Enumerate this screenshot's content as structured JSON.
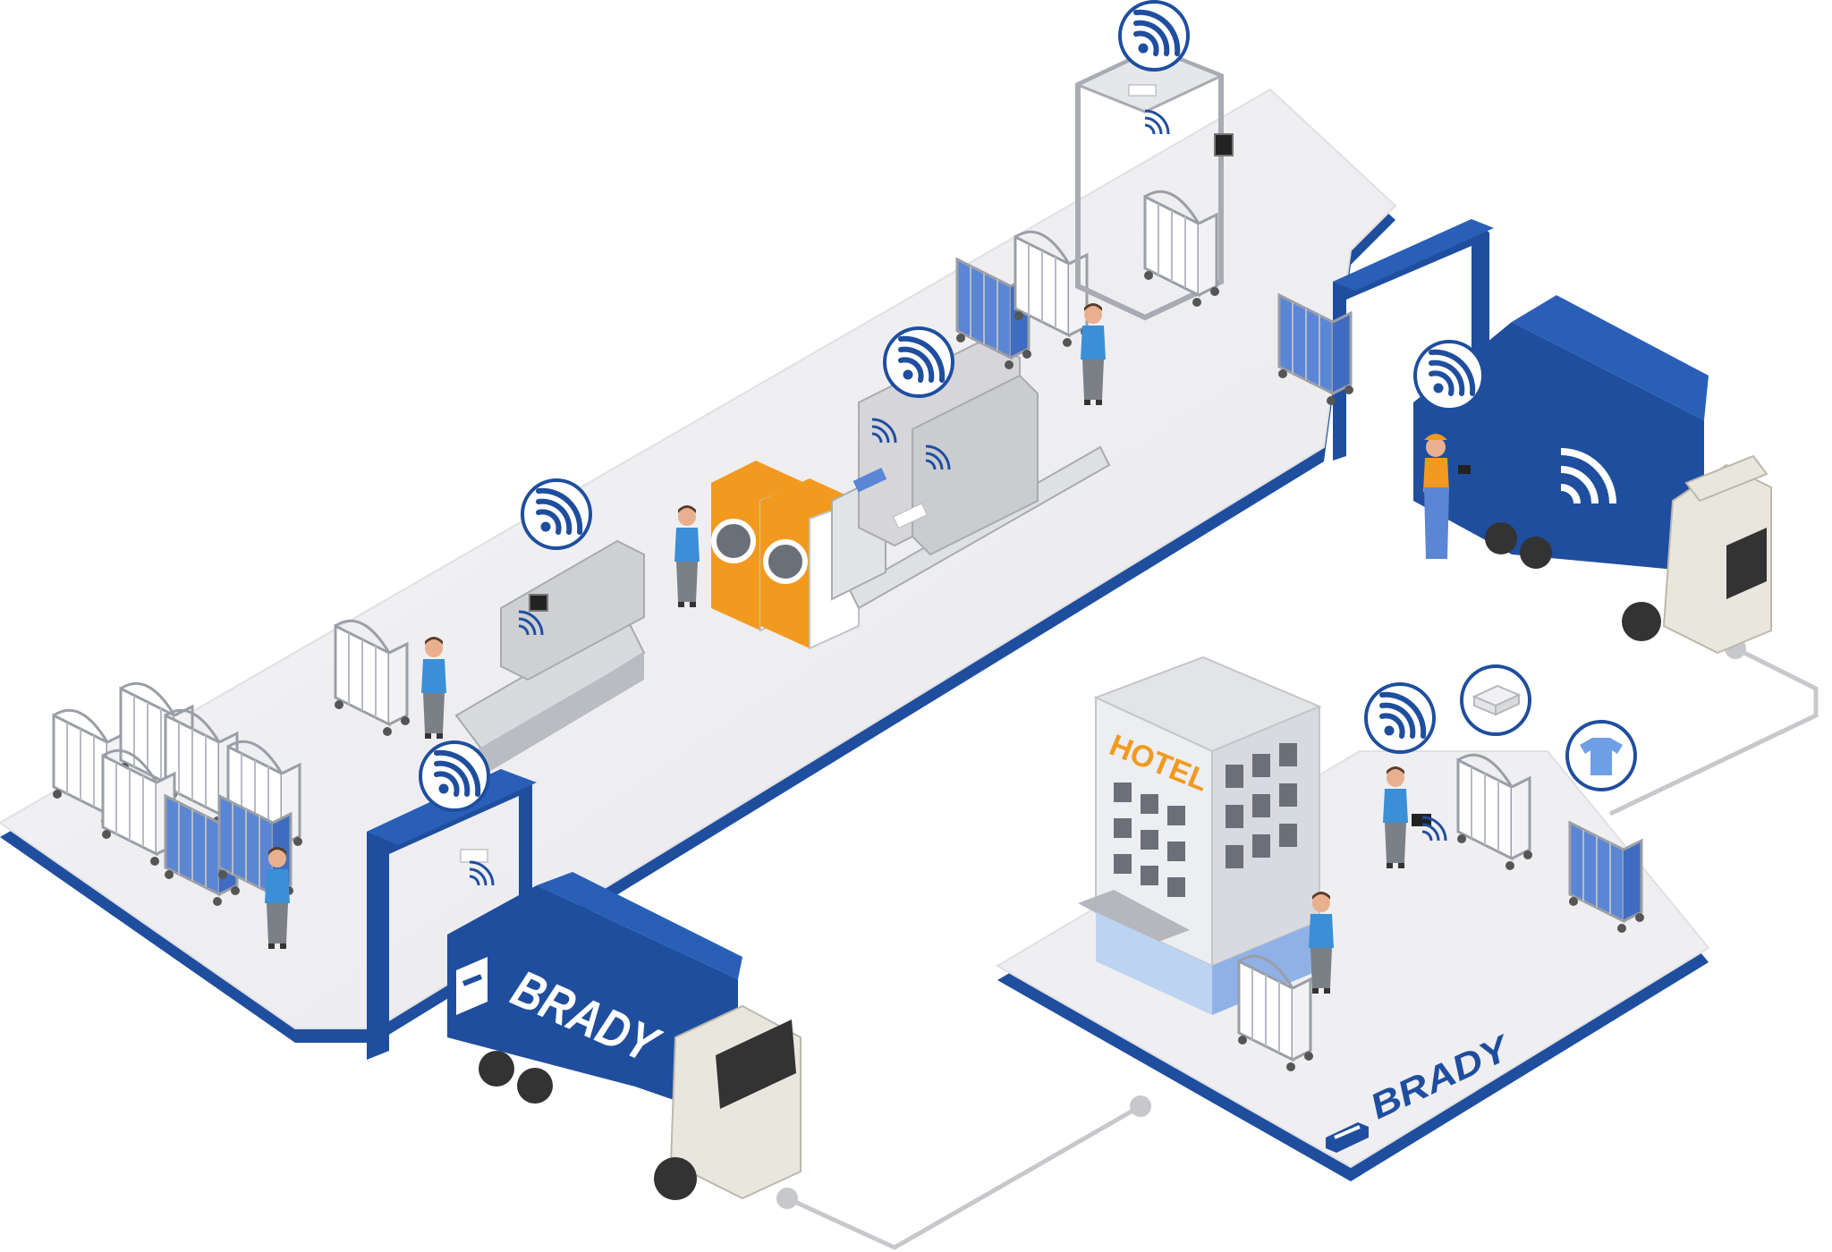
{
  "truck_left": {
    "brand_text": "BRADY"
  },
  "hotel": {
    "sign": "HOTEL"
  },
  "platform_logo": {
    "brand_text": "BRADY"
  },
  "colors": {
    "brand_blue": "#1f4e9e",
    "dark_blue": "#173a82",
    "floor": "#efeff1",
    "machine_orange": "#f29a1f",
    "hotel_sign": "#f29a1f",
    "worker_blue": "#3a8fd6"
  },
  "icons": [
    "rfid-signal-icon",
    "folded-towel-icon",
    "tshirt-icon",
    "tablet-icon"
  ]
}
